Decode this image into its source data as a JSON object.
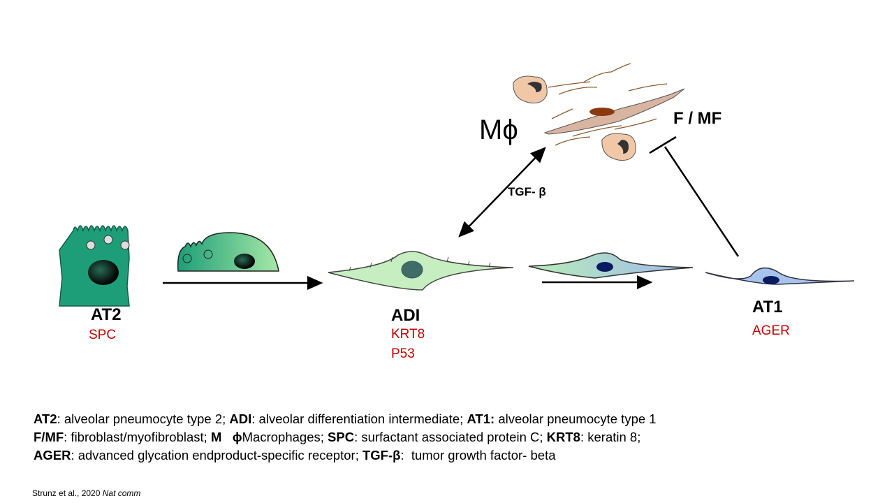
{
  "cells": {
    "at2": {
      "label": "AT2",
      "markers": [
        "SPC"
      ]
    },
    "adi": {
      "label": "ADI",
      "markers": [
        "KRT8",
        "P53"
      ]
    },
    "at1": {
      "label": "AT1",
      "markers": [
        "AGER"
      ]
    }
  },
  "niche": {
    "macrophage_label": "Mϕ",
    "fibroblast_label": "F / MF",
    "signal_label": "TGF- β"
  },
  "legend": [
    [
      {
        "b": "AT2"
      },
      {
        "t": ": alveolar pneumocyte type 2; "
      },
      {
        "b": "ADI"
      },
      {
        "t": ": alveolar differentiation intermediate; "
      },
      {
        "b": "AT1:"
      },
      {
        "t": " alveolar pneumocyte type 1"
      }
    ],
    [
      {
        "b": "F/MF"
      },
      {
        "t": ": fibroblast/myofibroblast; "
      },
      {
        "b": "M   ϕ"
      },
      {
        "t": "Macrophages; "
      },
      {
        "b": "SPC"
      },
      {
        "t": ": surfactant associated protein C; "
      },
      {
        "b": "KRT8"
      },
      {
        "t": ": keratin 8;"
      }
    ],
    [
      {
        "b": "AGER"
      },
      {
        "t": ": advanced glycation endproduct-specific receptor; "
      },
      {
        "b": "TGF-β"
      },
      {
        "t": ":  tumor growth factor- beta"
      }
    ]
  ],
  "citation": {
    "authors": "Strunz et al., 2020",
    "journal": "Nat comm"
  },
  "colors": {
    "marker": "#c00000",
    "at2": "#1e9e78",
    "adi": "#c6eec0",
    "at1": "#a9c4ec",
    "fibro": "#d9b4a0"
  }
}
